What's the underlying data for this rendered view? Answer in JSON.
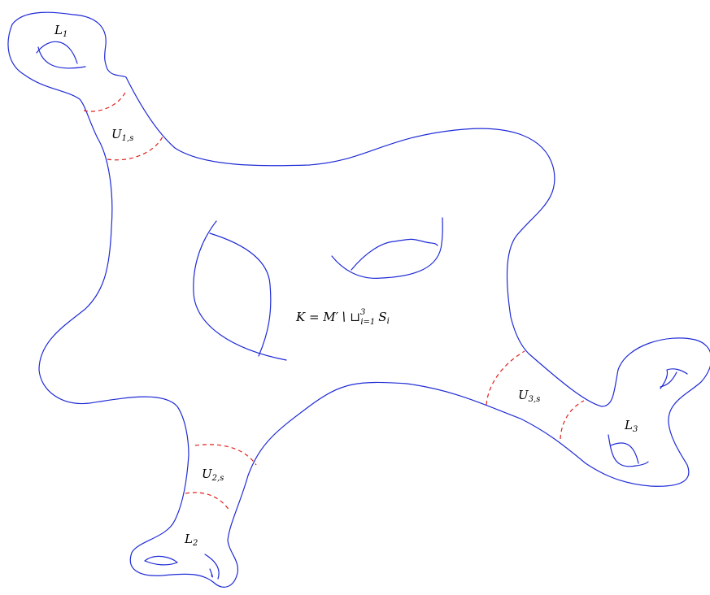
{
  "labels": {
    "l1": {
      "main": "L",
      "sub": "1"
    },
    "l2": {
      "main": "L",
      "sub": "2"
    },
    "l3": {
      "main": "L",
      "sub": "3"
    },
    "u1": {
      "main": "U",
      "sub": "1,s"
    },
    "u2": {
      "main": "U",
      "sub": "2,s"
    },
    "u3": {
      "main": "U",
      "sub": "3,s"
    },
    "k": {
      "lhs": "K = M′∖ ⊔",
      "sup": "3",
      "sub": "i=1",
      "tail": "S",
      "tail_sub": "i"
    }
  },
  "colors": {
    "curve": "#1f2bd6",
    "boundary": "#e0201a"
  }
}
